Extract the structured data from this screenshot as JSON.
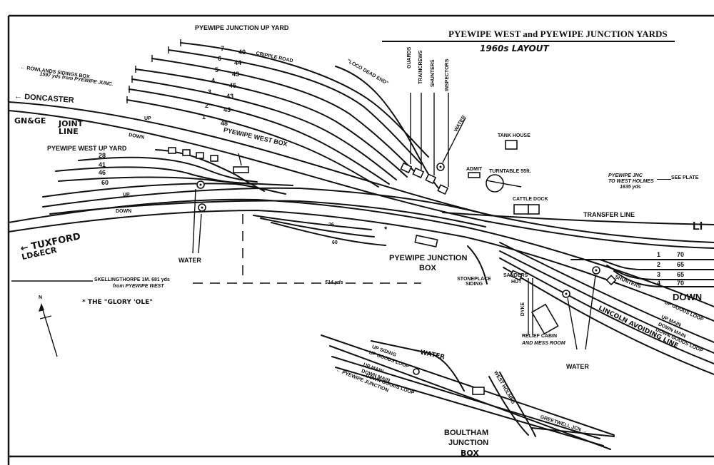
{
  "title": "PYEWIPE WEST and PYEWIPE JUNCTION YARDS",
  "subtitle": "1960s LAYOUT",
  "yards": {
    "up_yard": {
      "name": "PYEWIPE JUNCTION UP YARD",
      "roads": [
        {
          "road": "7",
          "capacity": "40"
        },
        {
          "road": "6",
          "capacity": "44"
        },
        {
          "road": "5",
          "capacity": "43"
        },
        {
          "road": "4",
          "capacity": "45"
        },
        {
          "road": "3",
          "capacity": "43"
        },
        {
          "road": "2",
          "capacity": "43"
        },
        {
          "road": "1",
          "capacity": "48"
        }
      ],
      "cripple_road": "CRIPPLE ROAD"
    },
    "west_up_yard": {
      "name": "PYEWIPE WEST UP YARD",
      "capacities": [
        "28",
        "41",
        "46",
        "60"
      ]
    },
    "down_yard": {
      "name": "DOWN",
      "roads": [
        {
          "road": "1",
          "capacity": "70"
        },
        {
          "road": "2",
          "capacity": "65"
        },
        {
          "road": "3",
          "capacity": "65"
        },
        {
          "road": "4",
          "capacity": "70"
        }
      ]
    },
    "glory_hole_sidings": [
      "26",
      "60"
    ]
  },
  "directions": {
    "rowlands": "ROWLANDS SIDINGS BOX",
    "rowlands_dist": "1597 yds from PYEWIPE JUNC.",
    "doncaster": "DONCASTER",
    "gnge": "GN&GE",
    "joint_line": "JOINT LINE",
    "tuxford": "TUXFORD",
    "ldecr": "LD&ECR",
    "skellingthorpe": "SKELLINGTHORPE 1M. 681 yds",
    "skellingthorpe_from": "from PYEWIPE WEST",
    "dist_514": "514 yds",
    "pyewipe_jnc_to_west_holmes": "PYEWIPE JNC",
    "to_west_holmes": "TO WEST HOLMES",
    "west_holmes_dist": "1635 yds",
    "see_plate": "SEE PLATE",
    "lincoln": "LI",
    "lincoln_avoiding": "LINCOLN AVOIDING LINE",
    "pyewipe_junction_arrow": "PYEWIPE JUNCTION",
    "west_holmes": "WEST HOLMES",
    "greetwell": "GREETWELL JCN"
  },
  "lines": {
    "up": "UP",
    "down": "DOWN",
    "transfer_line": "TRANSFER LINE",
    "loco_dead_end": "\"LOCO DEAD END\"",
    "up_goods_loop": "UP GOODS LOOP",
    "up_main": "UP MAIN",
    "down_main": "DOWN MAIN",
    "down_goods_loop": "DOWN GOODS LOOP",
    "up_siding": "UP SIDING",
    "stoneplace_siding": "STONEPLACE SIDING",
    "dyke": "DYKE"
  },
  "buildings": {
    "west_box": "PYEWIPE WEST BOX",
    "junction_box": "PYEWIPE JUNCTION",
    "junction_box_2": "BOX",
    "boultham_1": "BOULTHAM",
    "boultham_2": "JUNCTION",
    "boultham_3": "BOX",
    "tank_house": "TANK HOUSE",
    "turntable": "TURNTABLE 55ft.",
    "admit": "ADMIT",
    "cattle_dock": "CATTLE DOCK",
    "sanders_hut_1": "SANDERS",
    "sanders_hut_2": "HUT",
    "relief_cabin_1": "RELIEF CABIN",
    "relief_cabin_2": "AND MESS ROOM",
    "shunters_hut": "SHUNTERS",
    "cabins": [
      "GUARDS",
      "TRAINCREWS",
      "SHUNTERS",
      "INSPECTORS"
    ]
  },
  "water": {
    "label": "WATER"
  },
  "notes": {
    "glory_hole": "* THE \"GLORY 'OLE\"",
    "north": "N"
  }
}
